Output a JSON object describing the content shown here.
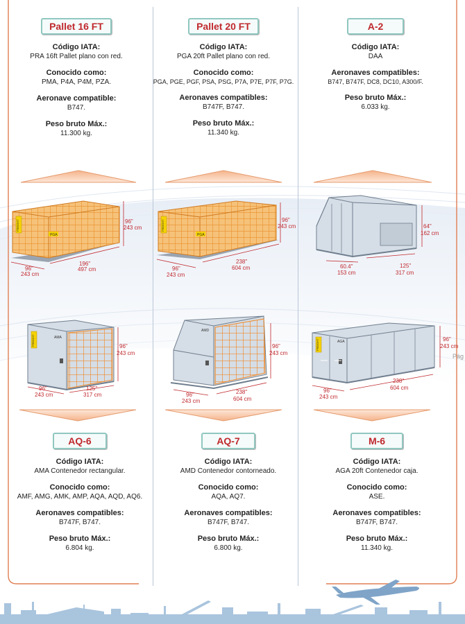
{
  "top": [
    {
      "title": "Pallet 16 FT",
      "iata_label": "Código IATA:",
      "iata_value": "PRA 16ft  Pallet plano con red.",
      "known_label": "Conocido como:",
      "known_value": "PMA, P4A, P4M, PZA.",
      "aircraft_label": "Aeronave compatible:",
      "aircraft_value": "B747.",
      "weight_label": "Peso bruto Máx.:",
      "weight_value": "11.300 kg."
    },
    {
      "title": "Pallet 20 FT",
      "iata_label": "Código IATA:",
      "iata_value": "PGA 20ft  Pallet plano con red.",
      "known_label": "Conocido como:",
      "known_value": "PGA, PGE, PGF, PSA, PSG, P7A, P7E, P7F, P7G.",
      "aircraft_label": "Aeronaves compatibles:",
      "aircraft_value": "B747F, B747.",
      "weight_label": "Peso bruto Máx.:",
      "weight_value": "11.340 kg."
    },
    {
      "title": "A-2",
      "iata_label": "Código IATA:",
      "iata_value": "DAA",
      "known_label": "Aeronaves compatibles:",
      "known_value": "B747, B747F, DC8, DC10, A300/F.",
      "aircraft_label": "Peso bruto Máx.:",
      "aircraft_value": "6.033 kg.",
      "weight_label": "",
      "weight_value": ""
    }
  ],
  "bottom": [
    {
      "title": "AQ-6",
      "iata_label": "Código IATA:",
      "iata_value": "AMA Contenedor rectangular.",
      "known_label": "Conocido como:",
      "known_value": "AMF, AMG, AMK, AMP, AQA, AQD, AQ6.",
      "aircraft_label": "Aeronaves compatibles:",
      "aircraft_value": "B747F, B747.",
      "weight_label": "Peso bruto Máx.:",
      "weight_value": "6.804 kg."
    },
    {
      "title": "AQ-7",
      "iata_label": "Código IATA:",
      "iata_value": "AMD Contenedor contorneado.",
      "known_label": "Conocido como:",
      "known_value": "AQA, AQ7.",
      "aircraft_label": "Aeronaves compatibles:",
      "aircraft_value": "B747F, B747.",
      "weight_label": "Peso bruto Máx.:",
      "weight_value": "6.800 kg."
    },
    {
      "title": "M-6",
      "iata_label": "Código IATA:",
      "iata_value": "AGA 20ft  Contenedor caja.",
      "known_label": "Conocido como:",
      "known_value": "ASE.",
      "aircraft_label": "Aeronaves compatibles:",
      "aircraft_value": "B747F, B747.",
      "weight_label": "Peso bruto Máx.:",
      "weight_value": "11.340 kg."
    }
  ],
  "dims": {
    "p16_h": "96\"",
    "p16_h_cm": "243 cm",
    "p16_w": "96\"",
    "p16_w_cm": "243 cm",
    "p16_l": "196\"",
    "p16_l_cm": "497 cm",
    "p20_h": "96\"",
    "p20_h_cm": "243 cm",
    "p20_w": "96\"",
    "p20_w_cm": "243 cm",
    "p20_l": "238\"",
    "p20_l_cm": "604 cm",
    "a2_h": "64\"",
    "a2_h_cm": "162 cm",
    "a2_w": "60.4\"",
    "a2_w_cm": "153 cm",
    "a2_l": "125\"",
    "a2_l_cm": "317 cm",
    "aq6_h": "96\"",
    "aq6_h_cm": "243 cm",
    "aq6_w": "96\"",
    "aq6_w_cm": "243 cm",
    "aq6_l": "125\"",
    "aq6_l_cm": "317 cm",
    "aq7_h": "96\"",
    "aq7_h_cm": "243 cm",
    "aq7_w": "96\"",
    "aq7_w_cm": "243 cm",
    "aq7_l": "238\"",
    "aq7_l_cm": "604 cm",
    "m6_h": "96\"",
    "m6_h_cm": "243 cm",
    "m6_w": "96\"",
    "m6_w_cm": "243 cm",
    "m6_l": "238\"",
    "m6_l_cm": "604 cm"
  },
  "labels": {
    "freight": "FREIGHT",
    "pga": "PGA",
    "ama": "AMA",
    "amd": "AMD",
    "aga": "AGA",
    "page_marker": "Pág"
  },
  "colors": {
    "accent_red": "#c0282d",
    "badge_border": "#8fc7c0",
    "net_orange": "#f0a23b",
    "container_gray": "#c9d3dd"
  }
}
